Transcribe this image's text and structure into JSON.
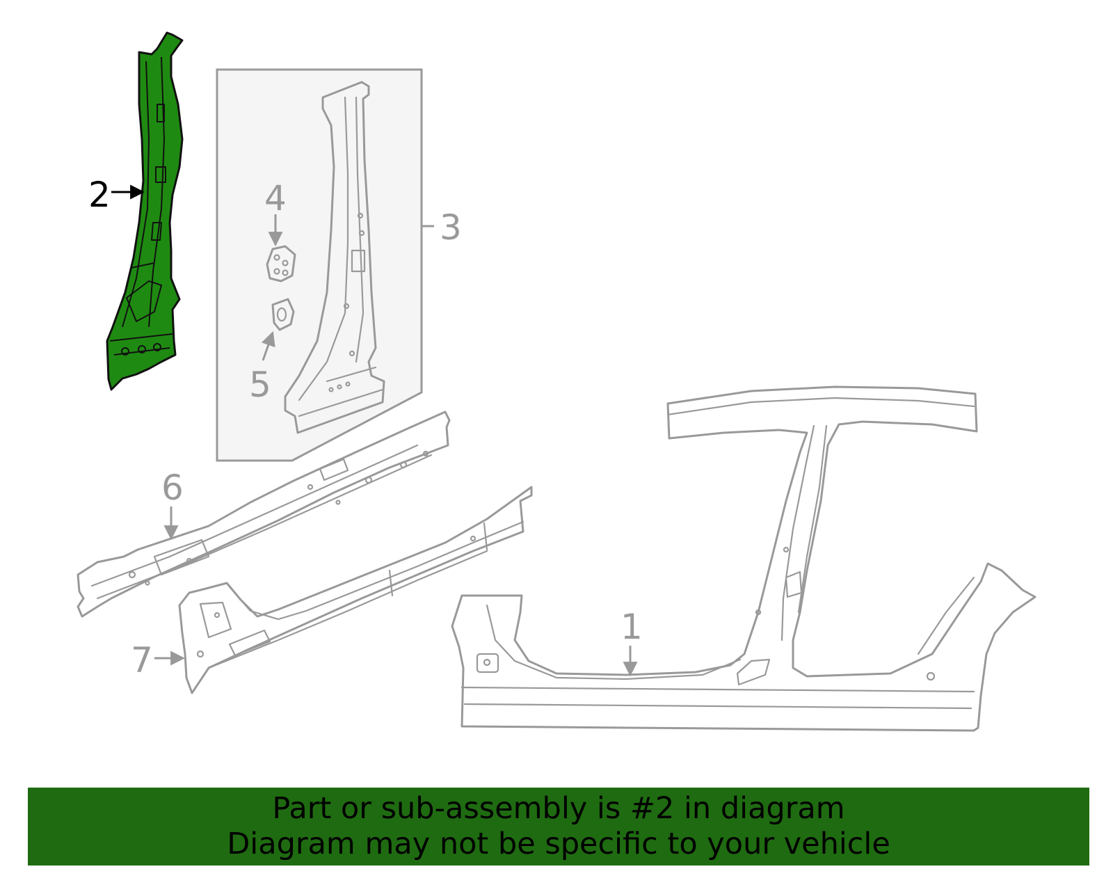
{
  "callouts": {
    "c1": "1",
    "c2": "2",
    "c3": "3",
    "c4": "4",
    "c5": "5",
    "c6": "6",
    "c7": "7"
  },
  "highlighted_part": "2",
  "colors": {
    "highlight_fill": "#1f8a12",
    "banner_background": "#1f6b11",
    "line_gray": "#999999",
    "inset_background": "#f5f5f5"
  },
  "banner": {
    "line1": "Part or sub-assembly is #2 in diagram",
    "line2": "Diagram may not be specific to your vehicle"
  }
}
